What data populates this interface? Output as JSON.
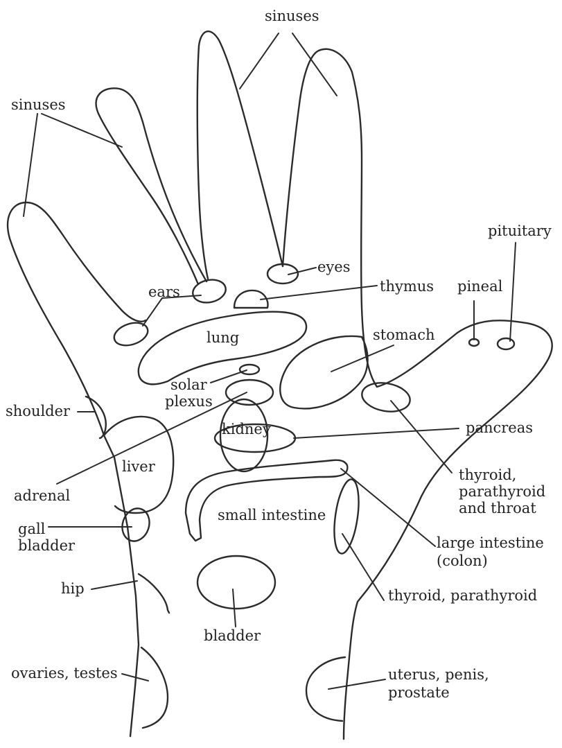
{
  "labels": {
    "sinuses_top": "sinuses",
    "sinuses_left": "sinuses",
    "pituitary": "pituitary",
    "eyes": "eyes",
    "thymus": "thymus",
    "pineal": "pineal",
    "ears": "ears",
    "lung": "lung",
    "stomach": "stomach",
    "solar_1": "solar",
    "solar_2": "plexus",
    "shoulder": "shoulder",
    "kidney": "kidney",
    "pancreas": "pancreas",
    "liver": "liver",
    "adrenal": "adrenal",
    "thyroid_throat_1": "thyroid,",
    "thyroid_throat_2": "parathyroid",
    "thyroid_throat_3": "and throat",
    "small_intestine": "small intestine",
    "gall_1": "gall",
    "gall_2": "bladder",
    "large_intestine_1": "large intestine",
    "large_intestine_2": "(colon)",
    "hip": "hip",
    "thyroid_parathyroid": "thyroid, parathyroid",
    "bladder": "bladder",
    "ovaries": "ovaries, testes",
    "uterus_1": "uterus, penis,",
    "uterus_2": "prostate"
  }
}
